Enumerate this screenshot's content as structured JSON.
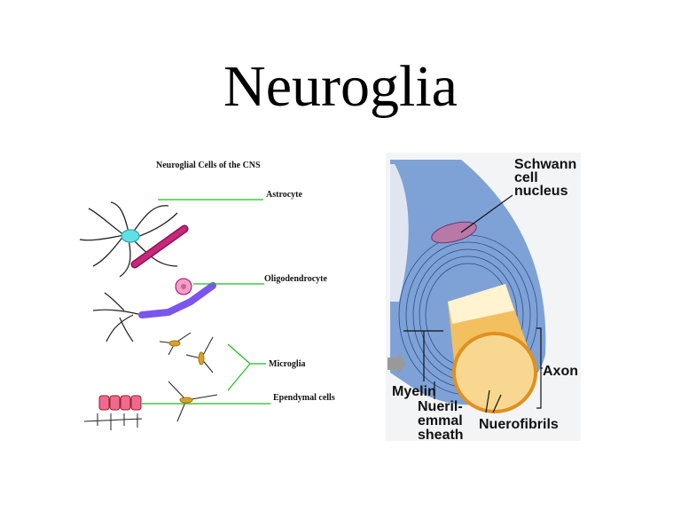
{
  "slide": {
    "title": "Neuroglia"
  },
  "left_figure": {
    "title": "Neuroglial Cells of the CNS",
    "labels": [
      "Astrocyte",
      "Oligodendrocyte",
      "Microglia",
      "Ependymal cells"
    ]
  },
  "right_figure": {
    "labels": {
      "schwann": [
        "Schwann",
        "cell",
        "nucleus"
      ],
      "axon": "Axon",
      "myelin": "Myelin",
      "sheath": [
        "Nueril-",
        "emmal",
        "sheath"
      ],
      "nuerofibrils": "Nuerofibrils"
    }
  },
  "colors": {
    "leader_line": "#22bb22",
    "astrocyte": "#55dde0",
    "vessel": "#c0206a",
    "oligo": "#7755ee",
    "microglia": "#d9a030",
    "ependymal": "#e0507a",
    "myelin": "#8fb0dd",
    "axon": "#f2b040"
  }
}
